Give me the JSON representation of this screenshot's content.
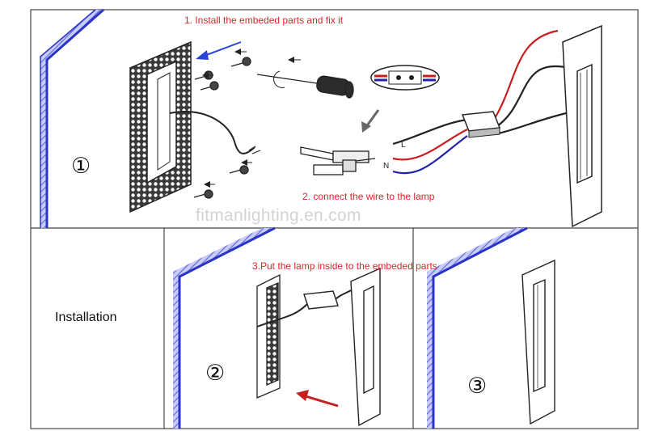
{
  "steps": {
    "step1": "1. Install the embeded parts and fix it",
    "step2": "2. connect  the wire to the lamp",
    "step3": "3.Put the lamp inside to the embeded parts"
  },
  "markers": [
    "①",
    "②",
    "③"
  ],
  "title": "Installation",
  "watermark": "fitmanlighting.en.com",
  "wire_labels": {
    "l": "L",
    "n": "N"
  },
  "colors": {
    "accent": "#d9262b",
    "wall_edge": "#2833c8",
    "arrow_blue": "#2b44d6",
    "wire_red": "#c81e1e",
    "wire_blue": "#2323a8"
  }
}
